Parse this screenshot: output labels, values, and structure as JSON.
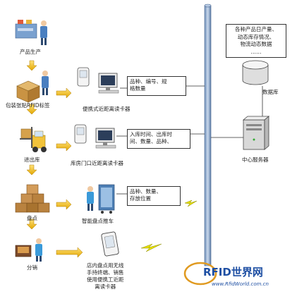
{
  "stages": [
    {
      "id": "production",
      "label": "产品生产"
    },
    {
      "id": "packaging",
      "label": "包装张贴RFID标签"
    },
    {
      "id": "warehouse",
      "label": "进出库"
    },
    {
      "id": "inventory",
      "label": "盘点"
    },
    {
      "id": "sales",
      "label": "分销"
    }
  ],
  "devices": [
    {
      "id": "portable-reader",
      "label": "便携式近距离读卡器"
    },
    {
      "id": "gate-reader",
      "label": "库房门口近距离读卡器"
    },
    {
      "id": "smart-cart",
      "label": "智能盘点推车"
    },
    {
      "id": "store-terminal",
      "label": "店内盘点用无线\n手持终端、销售\n使用便携工近距\n离读卡器"
    }
  ],
  "info_boxes": [
    {
      "id": "product-info",
      "text": "品种、编号、规\n格数量"
    },
    {
      "id": "stock-info",
      "text": "入库时间、出库时\n间、数量、品种、"
    },
    {
      "id": "inventory-info",
      "text": "品种、数量、\n存放位置"
    },
    {
      "id": "database-info",
      "text": "各种产品日产量、\n动态库存情况、\n物流动态数据\n……"
    }
  ],
  "servers": {
    "database": "数据库",
    "center": "中心服务器"
  },
  "watermark": {
    "logo": "RFID世界网",
    "url": "www.RfidWorld.com.cn"
  }
}
